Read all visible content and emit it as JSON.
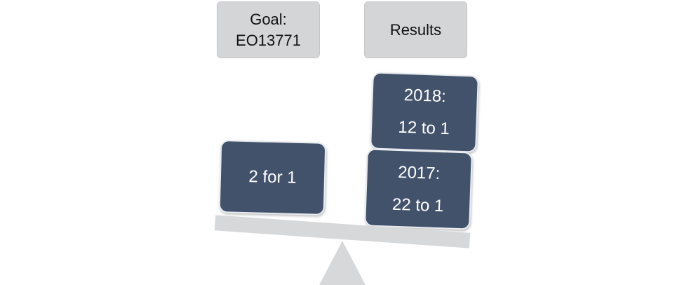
{
  "goal": {
    "line1": "Goal:",
    "line2": "EO13771"
  },
  "results": {
    "label": "Results"
  },
  "left_block": {
    "text": "2 for 1"
  },
  "block_2018": {
    "year": "2018:",
    "ratio": "12 to 1"
  },
  "block_2017": {
    "year": "2017:",
    "ratio": "22 to 1"
  },
  "colors": {
    "block_fill": "#43526b",
    "label_fill": "#d4d5d7",
    "beam": "#d7d8da",
    "fulcrum": "#d7d8da"
  }
}
